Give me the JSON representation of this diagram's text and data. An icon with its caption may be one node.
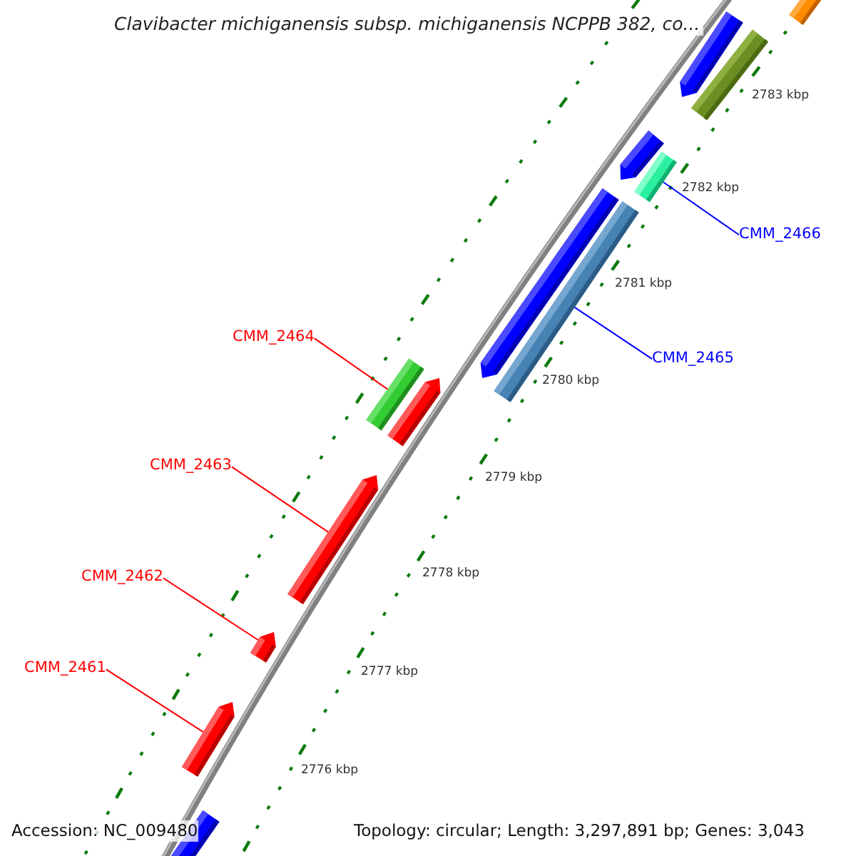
{
  "diagram": {
    "title": "Clavibacter michiganensis subsp. michiganensis NCPPB 382, co...",
    "nodes": [
      {
        "text": [
          "CMM_2466"
        ]
      },
      {
        "text": [
          "CMM_2465"
        ]
      },
      {
        "text": [
          "CMM_2464"
        ]
      },
      {
        "text": [
          "CMM_2463"
        ]
      },
      {
        "text": [
          "CMM_2462"
        ]
      },
      {
        "text": [
          "CMM_2461"
        ]
      },
      {
        "text": [],
        "shape": "bar"
      },
      {
        "text": [],
        "shape": "bar"
      },
      {
        "text": [],
        "shape": "bar"
      },
      {
        "text": [],
        "shape": "arrow"
      },
      {
        "text": [],
        "shape": "arrow"
      },
      {
        "text": [],
        "shape": "arrow"
      }
    ],
    "edges": [
      {
        "from": 0,
        "to": 6,
        "arrow": "none",
        "color": "#0000ff"
      },
      {
        "from": 1,
        "to": 7,
        "arrow": "none",
        "color": "#0000ff"
      },
      {
        "from": 2,
        "to": 8,
        "arrow": "none"
      },
      {
        "from": 3,
        "to": 9,
        "arrow": "none"
      },
      {
        "from": 4,
        "to": 10,
        "arrow": "none"
      },
      {
        "from": 5,
        "to": 11,
        "arrow": "none"
      }
    ],
    "labels": [
      "2783 kbp",
      "2782 kbp",
      "2781 kbp",
      "2780 kbp",
      "2779 kbp",
      "2778 kbp",
      "2777 kbp",
      "2776 kbp",
      "Accession: NC_009480",
      "Topology: circular; Length: 3,297,891 bp; Genes: 3,043"
    ]
  }
}
